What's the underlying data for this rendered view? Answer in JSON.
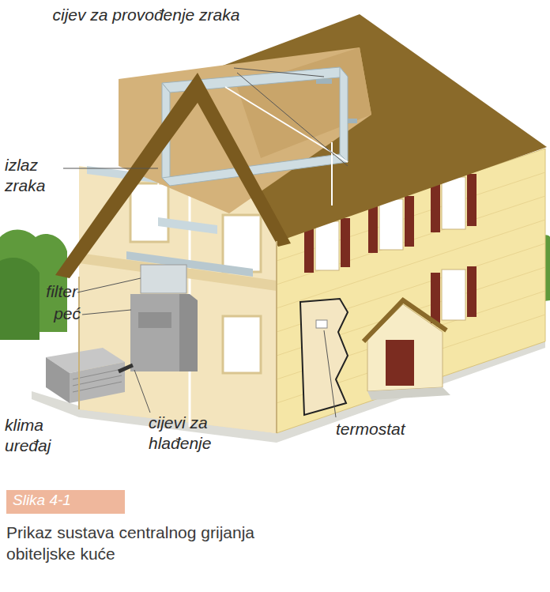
{
  "diagram": {
    "caption": "Prikaz sustava centralnog grijanja obiteljske kuće",
    "nodes": [
      {
        "text": [
          "Slika 4-1"
        ]
      }
    ],
    "labels": [
      "cijev za provođenje zraka",
      "izlaz zraka",
      "filter",
      "peć",
      "klima uređaj",
      "cijevi za hlađenje",
      "termostat"
    ]
  }
}
